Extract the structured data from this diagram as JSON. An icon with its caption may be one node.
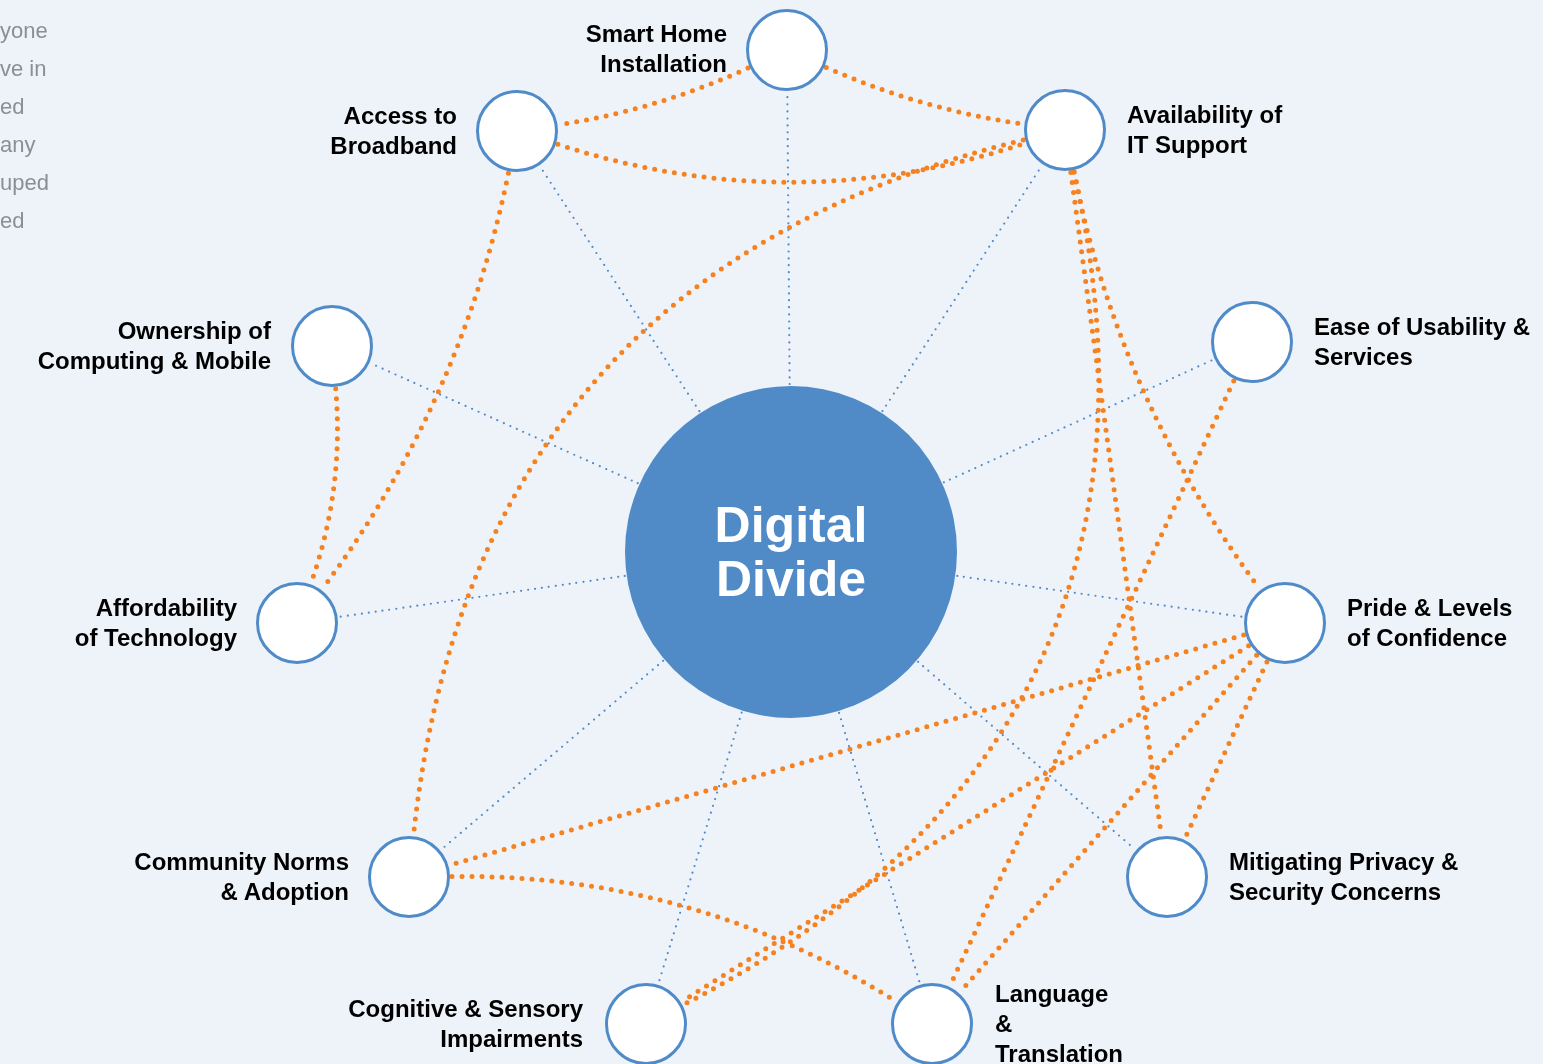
{
  "diagram": {
    "nodes": [
      {
        "text": [
          "Digital Divide"
        ]
      },
      {
        "text": [
          "Smart Home Installation"
        ]
      },
      {
        "text": [
          "Access to Broadband"
        ]
      },
      {
        "text": [
          "Availability of IT Support"
        ]
      },
      {
        "text": [
          "Ownership of Computing & Mobile"
        ]
      },
      {
        "text": [
          "Ease of Usability & Services"
        ]
      },
      {
        "text": [
          "Affordability of Technology"
        ]
      },
      {
        "text": [
          "Pride & Levels of Confidence"
        ]
      },
      {
        "text": [
          "Community Norms & Adoption"
        ]
      },
      {
        "text": [
          "Mitigating Privacy & Security Concerns"
        ]
      },
      {
        "text": [
          "Cognitive & Sensory Impairments"
        ]
      },
      {
        "text": [
          "Language & Translation"
        ]
      }
    ],
    "edges": [
      {
        "from": 0,
        "to": 1,
        "arrow": "none",
        "style": "dashed",
        "color": "#4f8ac9"
      },
      {
        "from": 0,
        "to": 2,
        "arrow": "none",
        "style": "dashed",
        "color": "#4f8ac9"
      },
      {
        "from": 0,
        "to": 3,
        "arrow": "none",
        "style": "dashed",
        "color": "#4f8ac9"
      },
      {
        "from": 0,
        "to": 4,
        "arrow": "none",
        "style": "dashed",
        "color": "#4f8ac9"
      },
      {
        "from": 0,
        "to": 5,
        "arrow": "none",
        "style": "dashed",
        "color": "#4f8ac9"
      },
      {
        "from": 0,
        "to": 6,
        "arrow": "none",
        "style": "dashed",
        "color": "#4f8ac9"
      },
      {
        "from": 0,
        "to": 7,
        "arrow": "none",
        "style": "dashed",
        "color": "#4f8ac9"
      },
      {
        "from": 0,
        "to": 8,
        "arrow": "none",
        "style": "dashed",
        "color": "#4f8ac9"
      },
      {
        "from": 0,
        "to": 9,
        "arrow": "none",
        "style": "dashed",
        "color": "#4f8ac9"
      },
      {
        "from": 0,
        "to": 10,
        "arrow": "none",
        "style": "dashed",
        "color": "#4f8ac9"
      },
      {
        "from": 0,
        "to": 11,
        "arrow": "none",
        "style": "dashed",
        "color": "#4f8ac9"
      },
      {
        "from": 1,
        "to": 2,
        "arrow": "none"
      },
      {
        "from": 1,
        "to": 3,
        "arrow": "none"
      },
      {
        "from": 2,
        "to": 3,
        "arrow": "none"
      },
      {
        "from": 2,
        "to": 6,
        "arrow": "none"
      },
      {
        "from": 4,
        "to": 6,
        "arrow": "none"
      },
      {
        "from": 3,
        "to": 8,
        "arrow": "none"
      },
      {
        "from": 3,
        "to": 10,
        "arrow": "none"
      },
      {
        "from": 3,
        "to": 9,
        "arrow": "none"
      },
      {
        "from": 3,
        "to": 7,
        "arrow": "none"
      },
      {
        "from": 5,
        "to": 11,
        "arrow": "none"
      },
      {
        "from": 7,
        "to": 8,
        "arrow": "none"
      },
      {
        "from": 7,
        "to": 10,
        "arrow": "none"
      },
      {
        "from": 7,
        "to": 11,
        "arrow": "none"
      },
      {
        "from": 7,
        "to": 9,
        "arrow": "none"
      },
      {
        "from": 8,
        "to": 11,
        "arrow": "none"
      }
    ],
    "labels": [
      "yone",
      "ve in",
      "ed",
      "any",
      "uped",
      "ed"
    ]
  }
}
